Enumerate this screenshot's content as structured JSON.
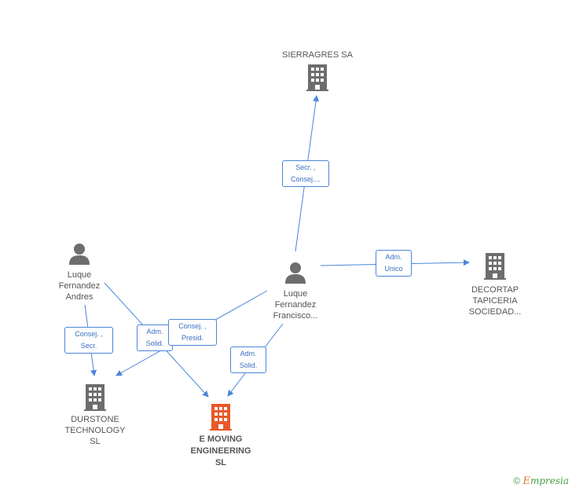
{
  "nodes": {
    "sierragres": {
      "label": "SIERRAGRES SA",
      "kind": "company"
    },
    "decortap": {
      "label": "DECORTAP\nTAPICERIA\nSOCIEDAD...",
      "kind": "company"
    },
    "durstone": {
      "label": "DURSTONE\nTECHNOLOGY\nSL",
      "kind": "company"
    },
    "emoving": {
      "label": "E MOVING\nENGINEERING\nSL",
      "kind": "company-main"
    },
    "luque_andres": {
      "label": "Luque\nFernandez\nAndres",
      "kind": "person"
    },
    "luque_francisco": {
      "label": "Luque\nFernandez\nFrancisco...",
      "kind": "person"
    }
  },
  "relations": {
    "francisco_sierragres": "Secr. ,\nConsej....",
    "francisco_decortap": "Adm.\nUnico",
    "andres_durstone": "Consej. ,\nSecr.",
    "andres_emoving": "Adm.\nSolid.",
    "francisco_durstone": "Consej. ,\nPresid.",
    "francisco_emoving": "Adm.\nSolid."
  },
  "colors": {
    "edge": "#4a86d9",
    "building": "#6d6d6d",
    "building_main": "#e8582a",
    "person": "#6d6d6d"
  },
  "icons": {
    "company": "building-icon",
    "person": "person-icon",
    "copyright": "copyright-icon"
  },
  "brand": {
    "copyright": "©",
    "e": "E",
    "name": "mpresia"
  }
}
